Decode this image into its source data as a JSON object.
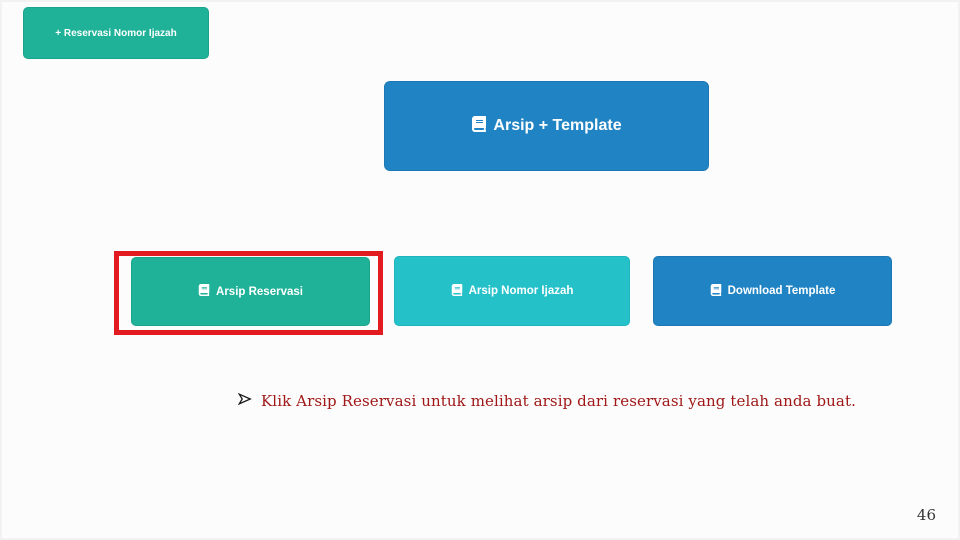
{
  "page_number": "46",
  "buttons": {
    "reservasi_nomor_ijazah": {
      "label": "+ Reservasi Nomor Ijazah"
    },
    "arsip_template": {
      "label": "Arsip + Template",
      "icon": "book-icon"
    },
    "arsip_reservasi": {
      "label": "Arsip Reservasi",
      "icon": "book-icon",
      "highlighted": true
    },
    "arsip_nomor_ijazah": {
      "label": "Arsip Nomor Ijazah",
      "icon": "book-icon"
    },
    "download_template": {
      "label": "Download Template",
      "icon": "book-icon"
    }
  },
  "instruction": {
    "bullet_icon": "arrowhead-bullet-icon",
    "bullet_glyph": "➢",
    "text": "Klik Arsip Reservasi untuk melihat arsip dari reservasi yang telah anda buat."
  },
  "colors": {
    "button_green": "#1FB298",
    "button_blue": "#2084C4",
    "button_cyan": "#25C1C9",
    "highlight_red": "#E21B20",
    "instruction_text": "#A01818",
    "slide_background": "#FCFCFC"
  }
}
